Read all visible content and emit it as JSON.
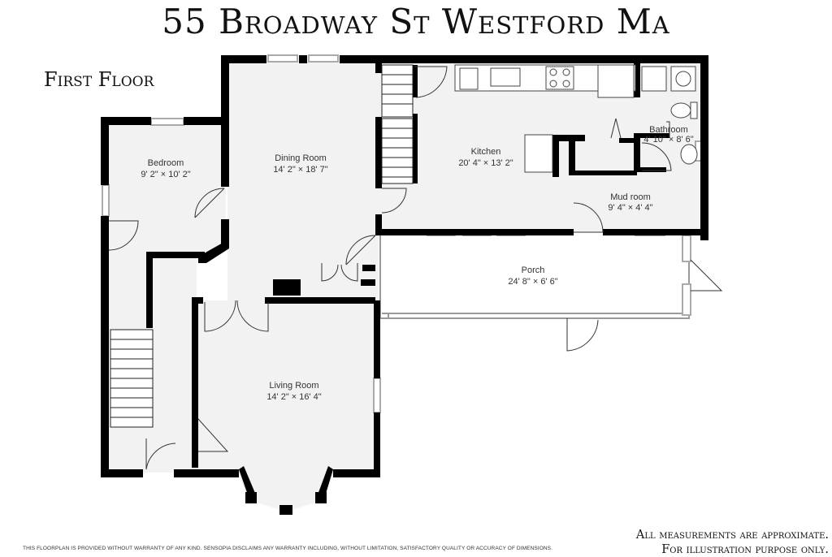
{
  "header": {
    "title": "55 Broadway St Westford Ma",
    "floor": "First Floor"
  },
  "rooms": {
    "bedroom": {
      "name": "Bedroom",
      "dims": "9' 2\" × 10' 2\""
    },
    "dining": {
      "name": "Dining Room",
      "dims": "14' 2\" × 18' 7\""
    },
    "kitchen": {
      "name": "Kitchen",
      "dims": "20' 4\" × 13' 2\""
    },
    "bathroom": {
      "name": "Bathroom",
      "dims": "4' 10\" × 8' 6\""
    },
    "mudroom": {
      "name": "Mud room",
      "dims": "9' 4\" × 4' 4\""
    },
    "porch": {
      "name": "Porch",
      "dims": "24' 8\" × 6' 6\""
    },
    "living": {
      "name": "Living Room",
      "dims": "14' 2\" × 16' 4\""
    }
  },
  "footer": {
    "disclaimer": "THIS FLOORPLAN IS PROVIDED WITHOUT WARRANTY OF ANY KIND. SENSOPIA DISCLAIMS ANY WARRANTY INCLUDING, WITHOUT LIMITATION, SATISFACTORY QUALITY OR ACCURACY OF DIMENSIONS.",
    "note_line1": "All measurements are approximate.",
    "note_line2": "For illustration purpose only."
  },
  "colors": {
    "wall": "#000000",
    "floor": "#f2f2f2",
    "porch": "#ffffff",
    "outline": "#999999"
  }
}
